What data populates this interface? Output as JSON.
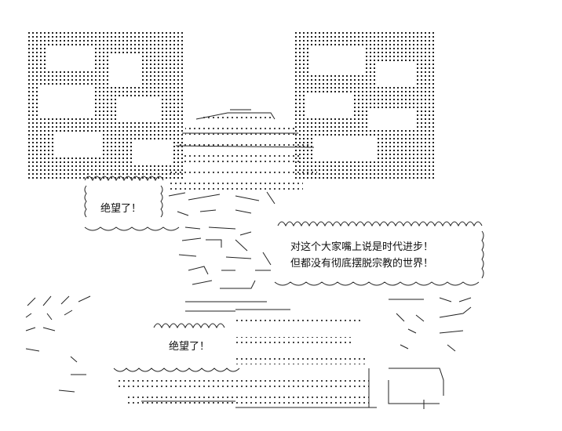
{
  "speech": {
    "left": "绝望了！",
    "right_line1": "对这个大家嘴上说是时代进步！",
    "right_line2": "但都没有彻底摆脱宗教的世界！",
    "bottom": "绝望了！"
  },
  "colors": {
    "ink": "#222222",
    "background": "#ffffff"
  }
}
